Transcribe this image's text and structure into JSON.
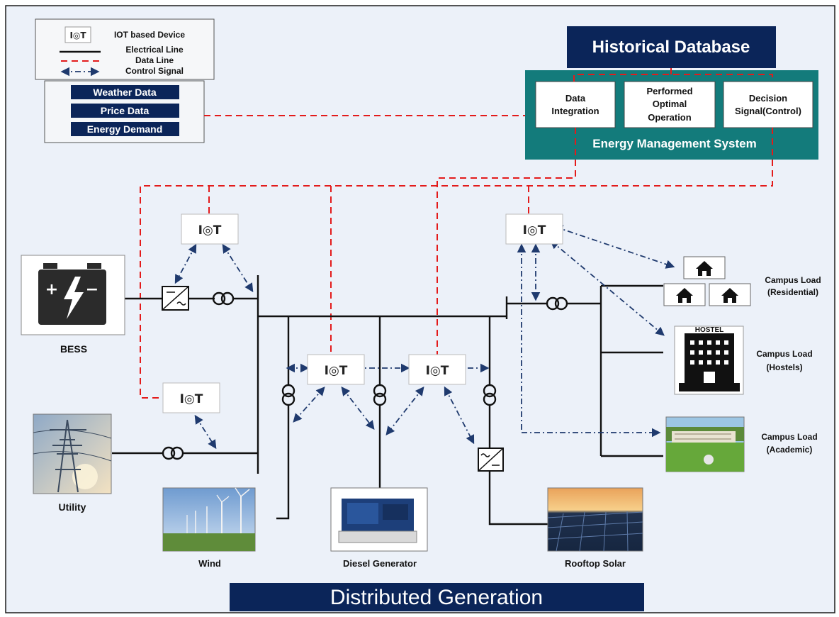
{
  "legend": {
    "iot_device": "IOT based Device",
    "electrical_line": "Electrical Line",
    "data_line": "Data Line",
    "control_signal": "Control Signal"
  },
  "input_data": [
    "Weather Data",
    "Price Data",
    "Energy Demand"
  ],
  "historical_database": "Historical Database",
  "ems": {
    "title": "Energy Management System",
    "boxes": [
      {
        "lines": [
          "Data",
          "Integration"
        ]
      },
      {
        "lines": [
          "Performed",
          "Optimal",
          "Operation"
        ]
      },
      {
        "lines": [
          "Decision",
          "Signal(Control)"
        ]
      }
    ]
  },
  "iot_glyph": "I◎T",
  "hostel_sign": "HOSTEL",
  "components": {
    "bess": "BESS",
    "utility": "Utility",
    "wind": "Wind",
    "diesel": "Diesel Generator",
    "solar": "Rooftop Solar"
  },
  "loads": [
    {
      "lines": [
        "Campus Load",
        "(Residential)"
      ]
    },
    {
      "lines": [
        "Campus Load",
        "(Hostels)"
      ]
    },
    {
      "lines": [
        "Campus Load",
        "(Academic)"
      ]
    }
  ],
  "footer": "Distributed Generation",
  "colors": {
    "navy": "#0b2559",
    "teal": "#137b7b",
    "background": "#ecf1f9",
    "data_line": "#e31b1b",
    "control_signal": "#1f3a6e"
  }
}
